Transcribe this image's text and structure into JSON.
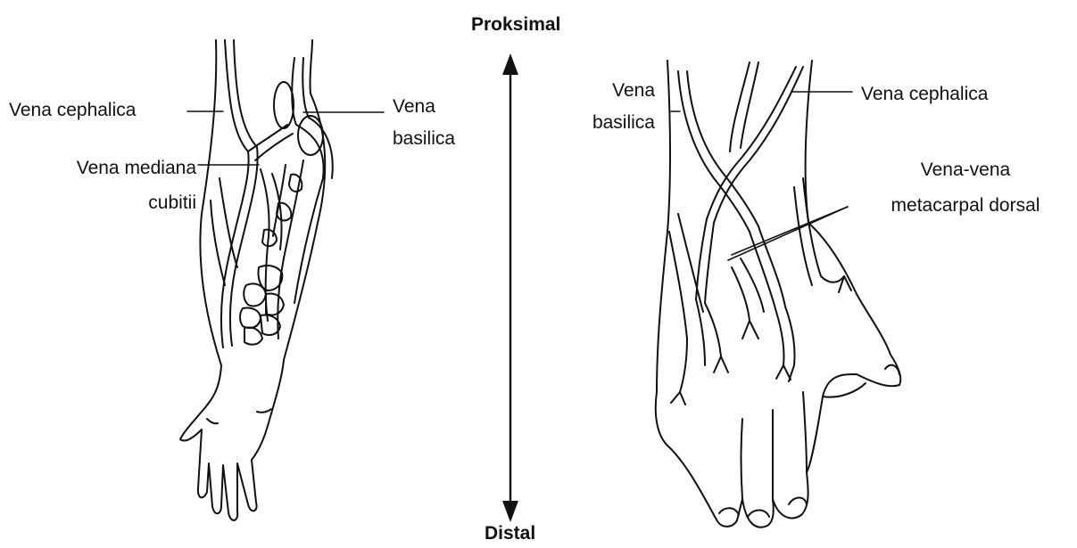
{
  "axis": {
    "top": "Proksimal",
    "bottom": "Distal"
  },
  "left_figure": {
    "cephalica": "Vena cephalica",
    "basilica_line1": "Vena",
    "basilica_line2": "basilica",
    "mediana_line1": "Vena mediana",
    "mediana_line2": "cubitii"
  },
  "right_figure": {
    "basilica_line1": "Vena",
    "basilica_line2": "basilica",
    "cephalica": "Vena cephalica",
    "metacarpal_line1": "Vena-vena",
    "metacarpal_line2": "metacarpal dorsal"
  }
}
